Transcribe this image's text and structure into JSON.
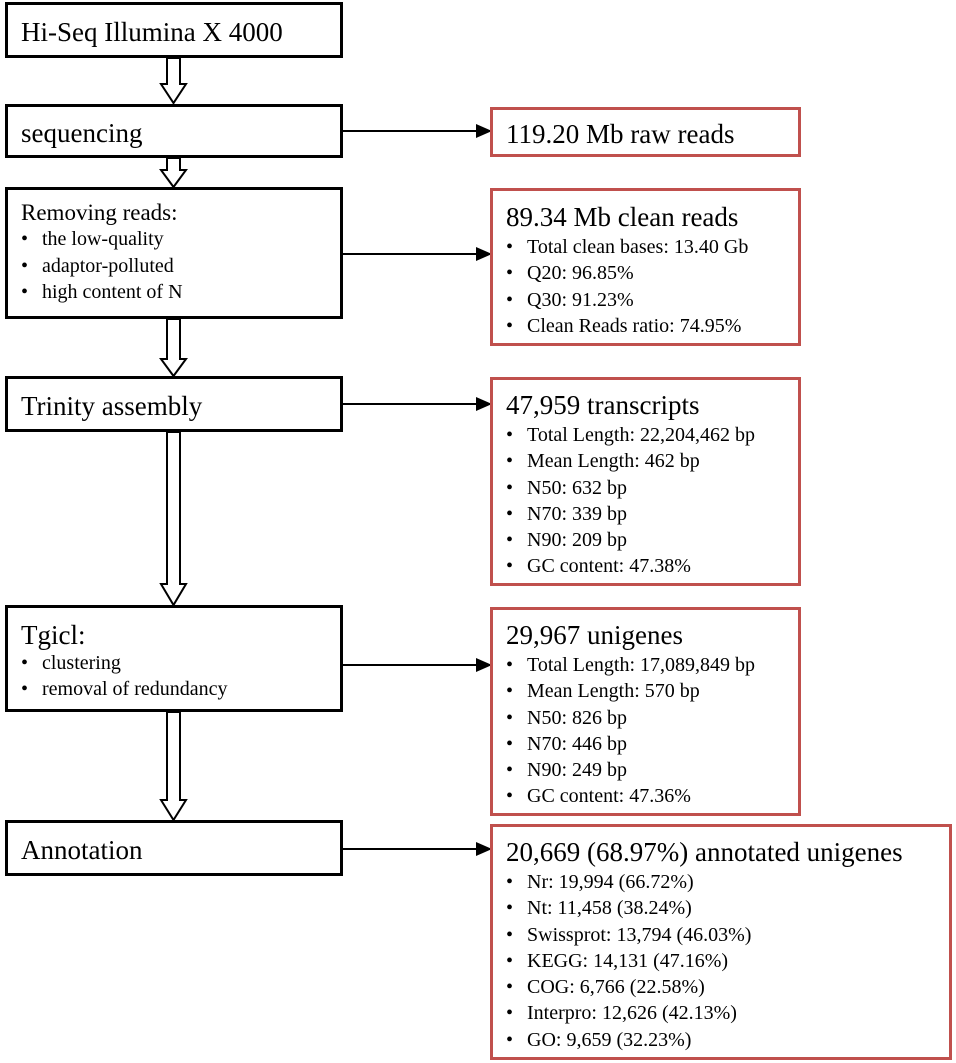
{
  "steps": [
    {
      "title": "Hi-Seq Illumina X 4000",
      "items": []
    },
    {
      "title": "sequencing",
      "items": []
    },
    {
      "title": "Removing reads:",
      "items": [
        "the low-quality",
        "adaptor-polluted",
        "high content of N"
      ]
    },
    {
      "title": "Trinity assembly",
      "items": []
    },
    {
      "title": "Tgicl:",
      "items": [
        "clustering",
        "removal of redundancy"
      ]
    },
    {
      "title": "Annotation",
      "items": []
    }
  ],
  "results": [
    {
      "title": "119.20 Mb raw reads",
      "items": []
    },
    {
      "title": "89.34 Mb clean reads",
      "items": [
        "Total clean bases: 13.40 Gb",
        "Q20: 96.85%",
        "Q30: 91.23%",
        "Clean Reads ratio: 74.95%"
      ]
    },
    {
      "title": "47,959 transcripts",
      "items": [
        "Total Length: 22,204,462 bp",
        "Mean Length: 462 bp",
        "N50: 632 bp",
        "N70: 339 bp",
        "N90: 209 bp",
        "GC content: 47.38%"
      ]
    },
    {
      "title": "29,967 unigenes",
      "items": [
        "Total Length: 17,089,849 bp",
        "Mean Length: 570 bp",
        "N50: 826 bp",
        "N70: 446 bp",
        "N90: 249 bp",
        "GC content: 47.36%"
      ]
    },
    {
      "title": "20,669 (68.97%) annotated unigenes",
      "items": [
        "Nr: 19,994 (66.72%)",
        "Nt: 11,458 (38.24%)",
        "Swissprot: 13,794 (46.03%)",
        "KEGG: 14,131 (47.16%)",
        "COG: 6,766 (22.58%)",
        "Interpro: 12,626 (42.13%)",
        "GO: 9,659 (32.23%)"
      ]
    }
  ],
  "colors": {
    "left_border": "#000000",
    "right_border": "#c0504d"
  },
  "bullet": "•"
}
